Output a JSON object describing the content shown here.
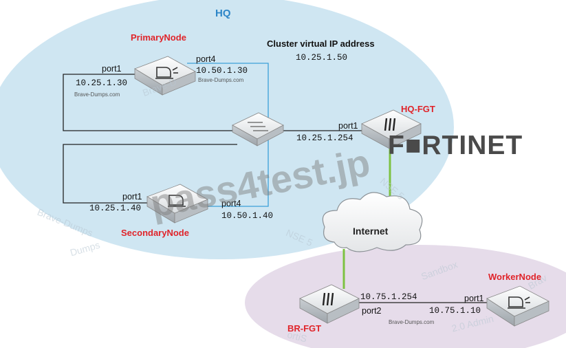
{
  "zones": {
    "hq_label": "HQ"
  },
  "cluster": {
    "title": "Cluster virtual IP address",
    "ip": "10.25.1.50"
  },
  "primary": {
    "name": "PrimaryNode",
    "port1": "port1",
    "ip1": "10.25.1.30",
    "port4": "port4",
    "ip4": "10.50.1.30",
    "tag_left": "Brave-Dumps.com",
    "tag_right": "Brave-Dumps.com"
  },
  "secondary": {
    "name": "SecondaryNode",
    "port1": "port1",
    "ip1": "10.25.1.40",
    "port4": "port4",
    "ip4": "10.50.1.40"
  },
  "hqfgt": {
    "name": "HQ-FGT",
    "port1": "port1",
    "ip1": "10.25.1.254"
  },
  "internet": {
    "label": "Internet"
  },
  "brfgt": {
    "name": "BR-FGT",
    "port2": "port2",
    "ip2": "10.75.1.254",
    "tag": "Brave-Dumps.com"
  },
  "worker": {
    "name": "WorkerNode",
    "port1": "port1",
    "ip1": "10.75.1.10"
  },
  "watermarks": {
    "brand": "F■RTINET",
    "stamp": "pass4test.jp",
    "faint": [
      "Brave-D",
      "NSE 5",
      "Brave-Dumps",
      "Dumps",
      "Sandbox",
      "NSE 5",
      "2.0 Admin",
      "ortiS",
      "Brav"
    ]
  },
  "colors": {
    "hq_zone": "#cfe6f2",
    "branch_zone": "#e6dcea",
    "link": "#222222",
    "ha_link": "#3aa0d8",
    "wan_link": "#7dc242",
    "node_red": "#e0242a"
  }
}
